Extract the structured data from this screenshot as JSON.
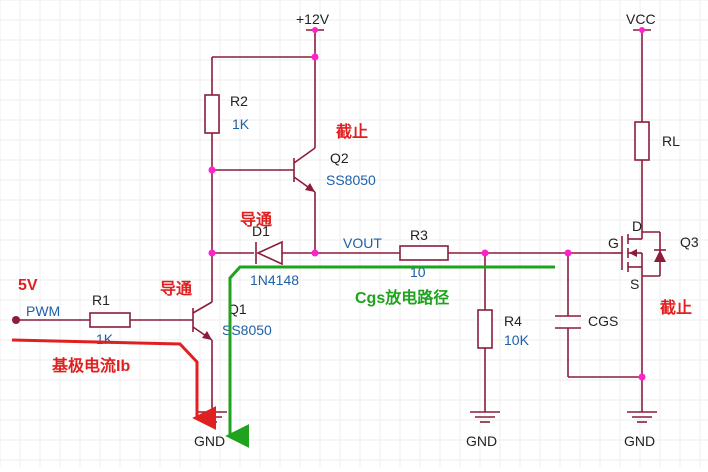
{
  "colors": {
    "wire": "#8b1d3a",
    "junction": "#ff22cc",
    "annotation_red": "#e02020",
    "annotation_green": "#1fa31f",
    "label_dark": "#222222",
    "label_blue": "#2060a8",
    "grid": "#eeeeee"
  },
  "power": {
    "v12": "+12V",
    "vcc": "VCC"
  },
  "grounds": {
    "gnd1": "GND",
    "gnd2": "GND",
    "gnd3": "GND"
  },
  "components": {
    "r1": {
      "ref": "R1",
      "value": "1K"
    },
    "r2": {
      "ref": "R2",
      "value": "1K"
    },
    "r3": {
      "ref": "R3",
      "value": "10"
    },
    "r4": {
      "ref": "R4",
      "value": "10K"
    },
    "rl": {
      "ref": "RL"
    },
    "q1": {
      "ref": "Q1",
      "value": "SS8050"
    },
    "q2": {
      "ref": "Q2",
      "value": "SS8050"
    },
    "q3": {
      "ref": "Q3",
      "pin_g": "G",
      "pin_d": "D",
      "pin_s": "S"
    },
    "d1": {
      "ref": "D1",
      "value": "1N4148"
    },
    "cgs": {
      "ref": "CGS"
    }
  },
  "nets": {
    "pwm": "PWM",
    "vout": "VOUT"
  },
  "annotations": {
    "input_voltage": "5V",
    "q1_state": "导通",
    "d1_state": "导通",
    "q2_state": "截止",
    "q3_state": "截止",
    "base_current": "基极电流Ib",
    "cgs_path": "Cgs放电路径"
  }
}
